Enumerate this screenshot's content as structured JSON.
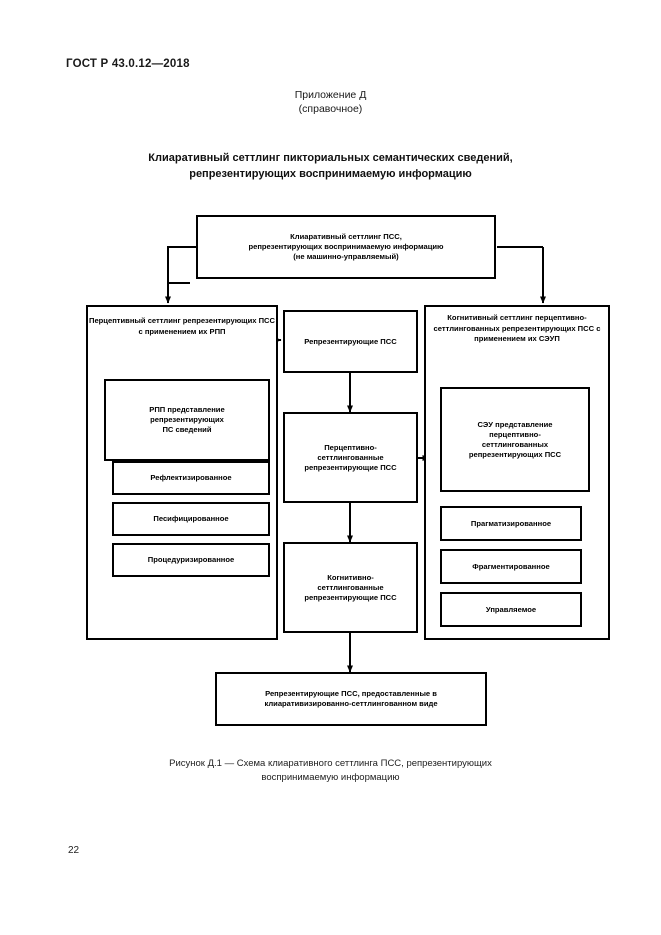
{
  "document": {
    "standard_header": "ГОСТ Р 43.0.12—2018",
    "appendix_label": "Приложение Д",
    "appendix_kind": "(справочное)",
    "title_line1": "Клиаративный сеттлинг пикториальных семантических сведений,",
    "title_line2": "репрезентирующих воспринимаемую информацию",
    "caption_line1": "Рисунок Д.1 — Схема клиаративного сеттлинга ПСС, репрезентирующих",
    "caption_line2": "воспринимаемую информацию",
    "page_number": "22"
  },
  "diagram": {
    "top_node": {
      "line1": "Клиаративный сеттлинг ПСС,",
      "line2": "репрезентирующих воспринимаемую информацию",
      "line3": "(не машинно-управляемый)"
    },
    "left_group": {
      "title_line1": "Перцептивный сеттлинг",
      "title_line2": "репрезентирующих ПСС",
      "title_line3": "с применением",
      "title_line4": "их РПП",
      "items": [
        {
          "line1": "РПП представление",
          "line2": "репрезентирующих",
          "line3": "ПС сведений"
        },
        {
          "line1": "Рефлектизированное"
        },
        {
          "line1": "Песифицированное"
        },
        {
          "line1": "Процедуризированное"
        }
      ]
    },
    "center_column": [
      {
        "line1": "Репрезентирующие ПСС"
      },
      {
        "line1": "Перцептивно-",
        "line2": "сеттлингованные",
        "line3": "репрезентирующие ПСС"
      },
      {
        "line1": "Когнитивно-",
        "line2": "сеттлингованные",
        "line3": "репрезентирующие ПСС"
      }
    ],
    "right_group": {
      "title_line1": "Когнитивный сеттлинг",
      "title_line2": "перцептивно-сеттлингованных",
      "title_line3": "репрезентирующих ПСС",
      "title_line4": "с применением",
      "title_line5": "их СЭУП",
      "items": [
        {
          "line1": "СЭУ представление",
          "line2": "перцептивно-",
          "line3": "сеттлингованных",
          "line4": "репрезентирующих ПСС"
        },
        {
          "line1": "Прагматизированное"
        },
        {
          "line1": "Фрагментированное"
        },
        {
          "line1": "Управляемое"
        }
      ]
    },
    "bottom_node": {
      "line1": "Репрезентирующие ПСС, предоставленные в",
      "line2": "клиаративизированно-сеттлингованном виде"
    }
  },
  "style": {
    "line_color": "#000000",
    "box_fill": "#ffffff",
    "text_color": "#000000"
  }
}
